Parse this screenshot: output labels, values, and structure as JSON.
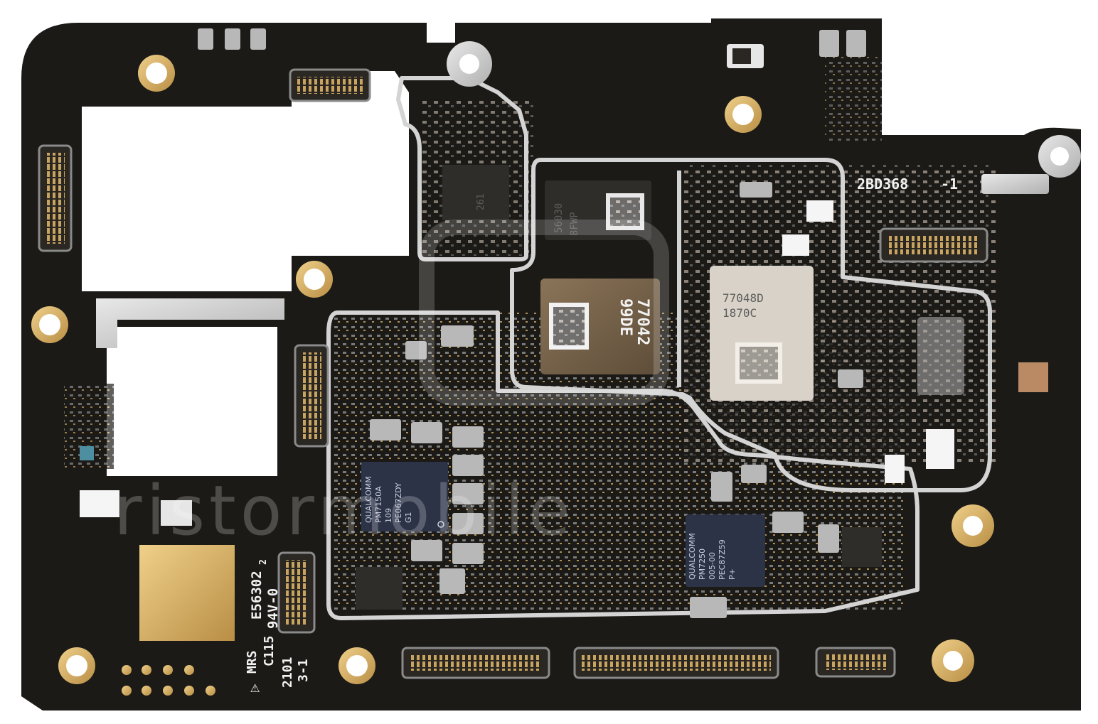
{
  "board": {
    "colors": {
      "pcb": "#1b1a17",
      "gold": "#d8b36a",
      "shield": "#cfcfcf",
      "cutout": "#ffffff",
      "silk": "#f2f2f2"
    },
    "silkscreen": {
      "part_code": "2BD368",
      "rev": "-1",
      "side_label": "E56302",
      "side_label2": "94V-0",
      "side_label2_sub": "2",
      "mrs": "MRS",
      "c115": "C115",
      "date1": "2101",
      "date2": "3-1"
    },
    "chips": {
      "memory_top_l1": "56030",
      "memory_top_l2": "8FWP",
      "soc_l1": "77042",
      "soc_l2": "99DE",
      "rf_l1": "77048D",
      "rf_l2": "1870C",
      "pmic_left_brand": "QUALCOMM",
      "pmic_left_l1": "PM7150A",
      "pmic_left_l2": "109",
      "pmic_left_l3": "PE067ZDY",
      "pmic_left_l4": "G1",
      "pmic_right_brand": "QUALCOMM",
      "pmic_right_l1": "PM7250",
      "pmic_right_l2": "005-00",
      "pmic_right_l3": "PEC87Z59",
      "pmic_right_l4": "P+",
      "small_chip": "261"
    },
    "watermark": "ristormobile"
  }
}
